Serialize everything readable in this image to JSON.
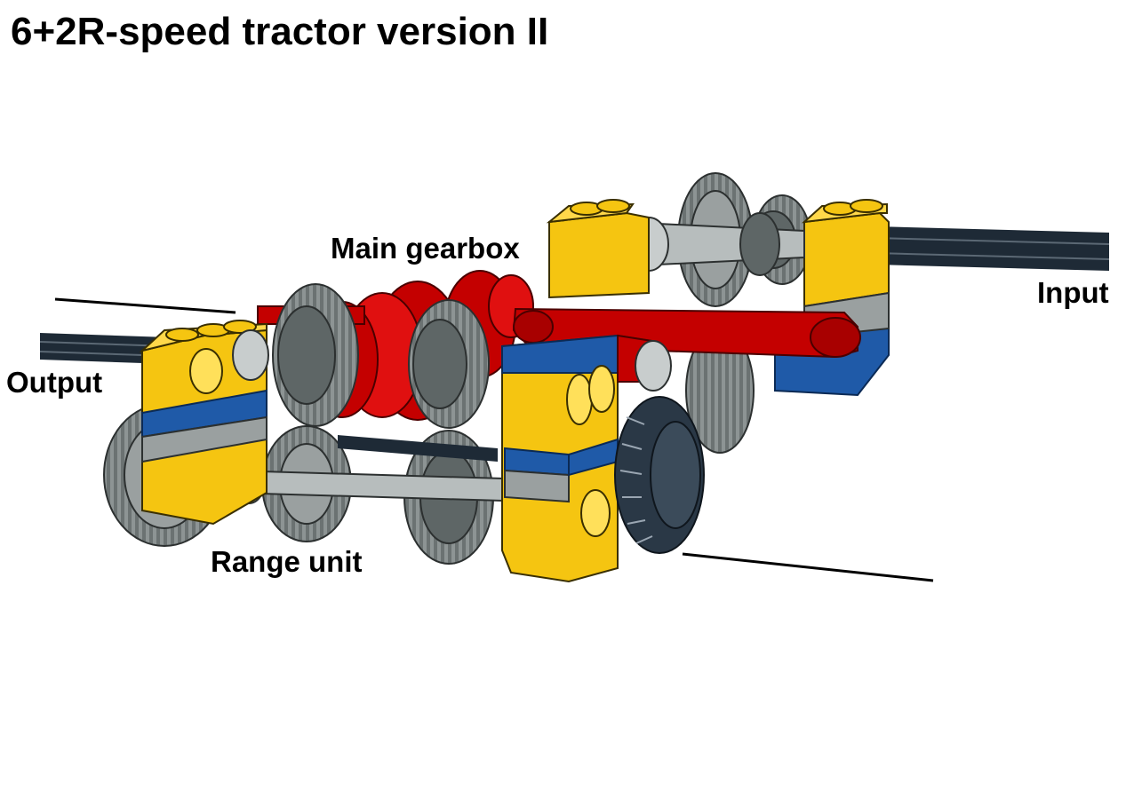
{
  "title": "6+2R-speed tractor version II",
  "labels": {
    "main_gearbox": "Main gearbox",
    "input": "Input",
    "output": "Output",
    "range_unit": "Range unit"
  },
  "colors": {
    "yellow": "#f5c511",
    "yellow_dark": "#b58f05",
    "blue": "#1f5aa8",
    "light_gray": "#9aa0a0",
    "gray": "#7d8585",
    "dark_gray": "#4a4f50",
    "red": "#c40000",
    "red_dark": "#7a0000",
    "axle": "#1e2a36",
    "tire": "#2a3846"
  }
}
